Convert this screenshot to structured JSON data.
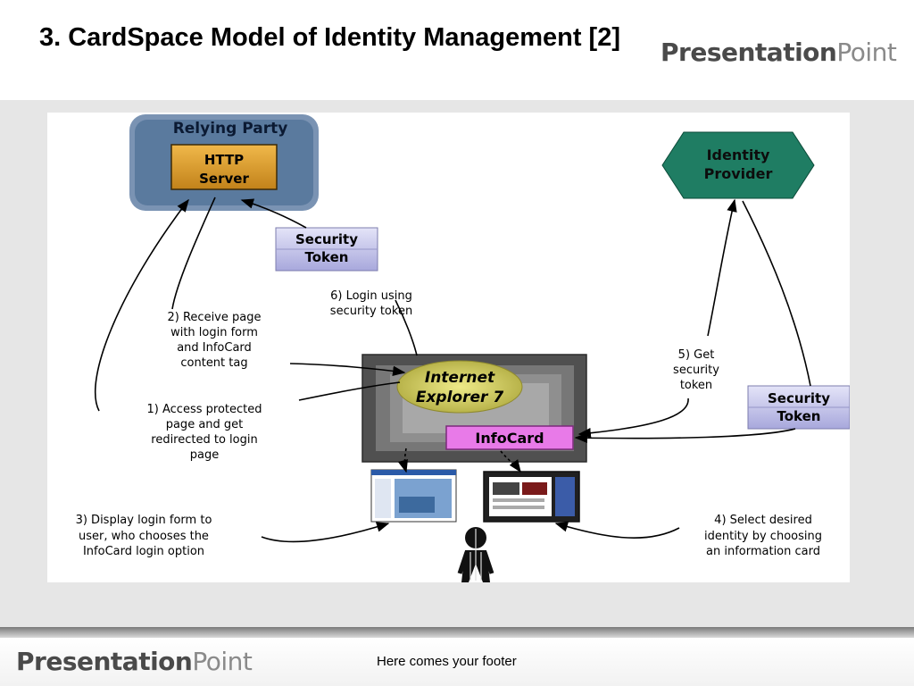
{
  "slide": {
    "title": "3. CardSpace Model of Identity Management [2]",
    "footer": "Here comes your footer"
  },
  "logo": {
    "bold": "Presentation",
    "light": "Point"
  },
  "diagram": {
    "relying_party": {
      "title": "Relying Party",
      "server_line1": "HTTP",
      "server_line2": "Server"
    },
    "identity_provider": {
      "line1": "Identity",
      "line2": "Provider"
    },
    "security_token_left": {
      "line1": "Security",
      "line2": "Token"
    },
    "security_token_right": {
      "line1": "Security",
      "line2": "Token"
    },
    "browser": {
      "line1": "Internet",
      "line2": "Explorer 7"
    },
    "infocard": "InfoCard",
    "steps": {
      "step1": [
        "1) Access protected",
        "page and get",
        "redirected to login",
        "page"
      ],
      "step2": [
        "2) Receive page",
        "with login form",
        "and InfoCard",
        "content tag"
      ],
      "step3": [
        "3) Display login form to",
        "user, who chooses the",
        "InfoCard login option"
      ],
      "step4": [
        "4) Select desired",
        "identity by choosing",
        "an information card"
      ],
      "step5": [
        "5) Get",
        "security",
        "token"
      ],
      "step6": [
        "6) Login using",
        "security token"
      ]
    }
  },
  "colors": {
    "relying_party_outer": "#5a7a9e",
    "server_fill": "#d89a2a",
    "identity_provider": "#1f7d63",
    "token_fill": "#c8c8ee",
    "infocard_fill": "#e87ae8",
    "browser_frame": "#505050",
    "ellipse_fill": "#d6d25a"
  }
}
